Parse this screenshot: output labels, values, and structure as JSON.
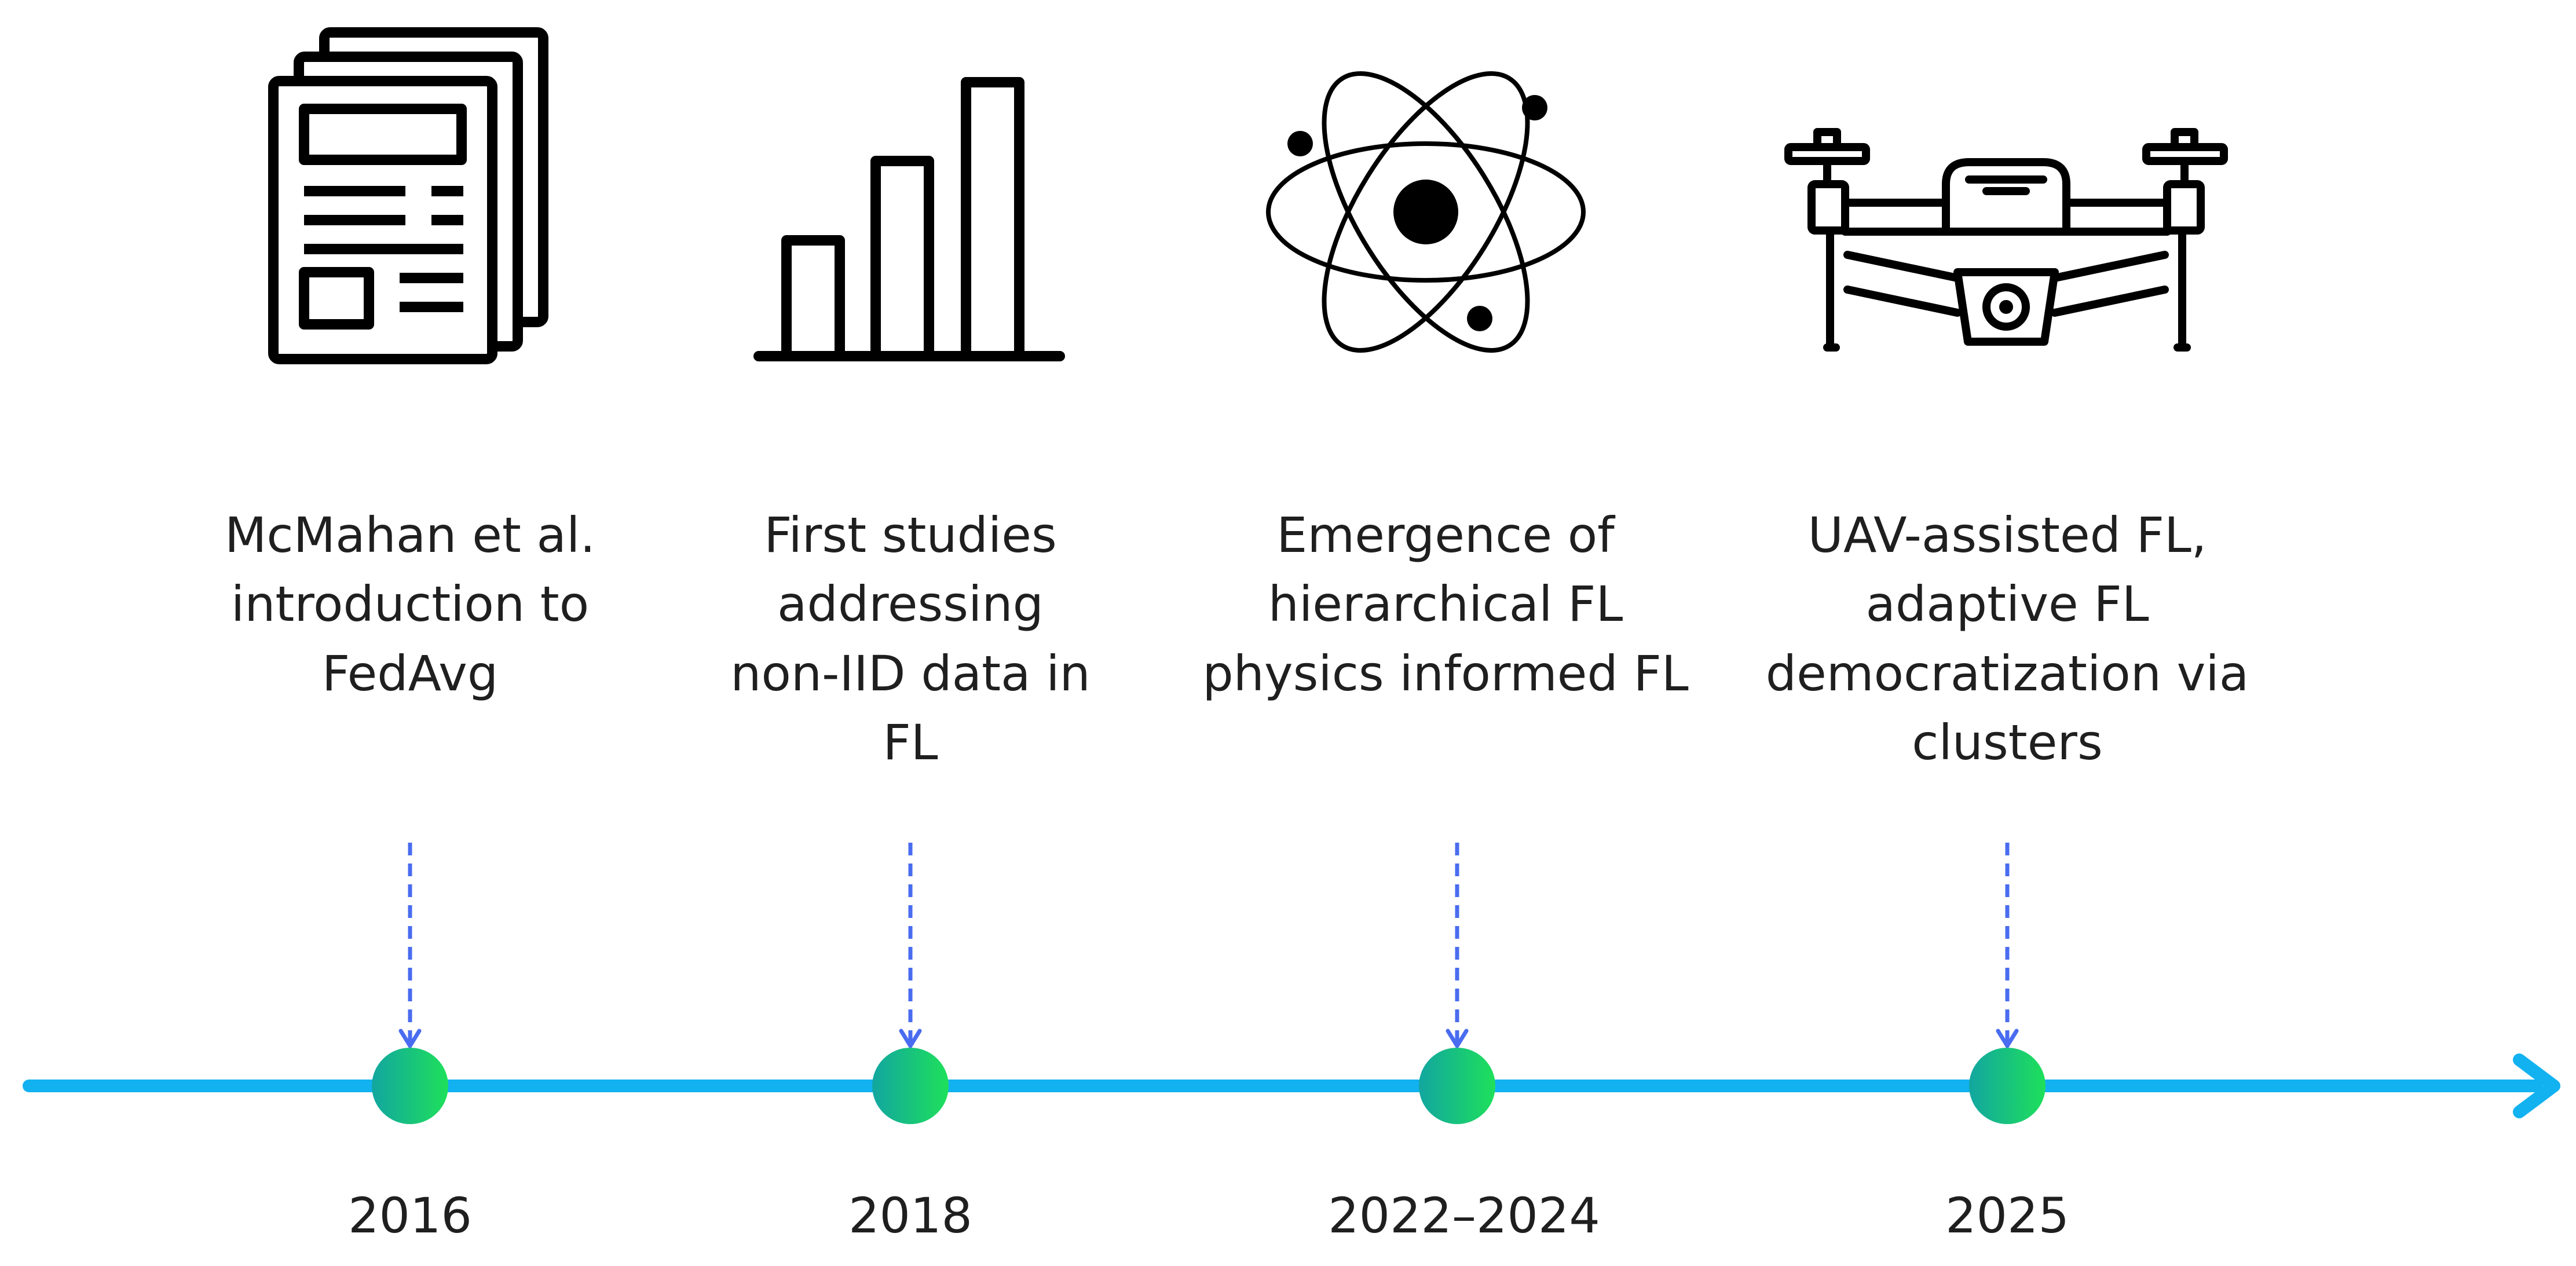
{
  "colors": {
    "timeline": "#12b2f0",
    "connector": "#4a6cf0",
    "marker_start": "#12a6a0",
    "marker_end": "#1ee05a",
    "icon": "#000000"
  },
  "milestones": [
    {
      "icon": "newspaper-icon",
      "caption": "McMahan et al.\nintroduction to\nFedAvg",
      "year": "2016"
    },
    {
      "icon": "bar-chart-icon",
      "caption": "First studies\naddressing\nnon-IID data in\nFL",
      "year": "2018"
    },
    {
      "icon": "atom-icon",
      "caption": "Emergence of\nhierarchical FL\nphysics informed FL",
      "year": "2022–2024"
    },
    {
      "icon": "drone-icon",
      "caption": "UAV-assisted FL,\nadaptive FL\ndemocratization via\nclusters",
      "year": "2025"
    }
  ]
}
